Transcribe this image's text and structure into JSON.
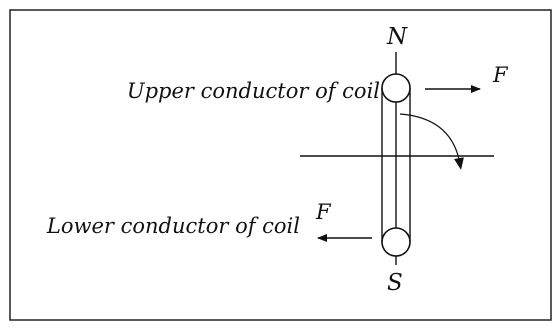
{
  "diagram": {
    "labels": {
      "north_pole": "N",
      "south_pole": "S",
      "upper_conductor": "Upper conductor of  coil",
      "lower_conductor": "Lower conductor of  coil",
      "force_upper": "F",
      "force_lower": "F"
    },
    "colors": {
      "stroke": "#111111",
      "frame": "#222222",
      "background": "#ffffff"
    }
  }
}
